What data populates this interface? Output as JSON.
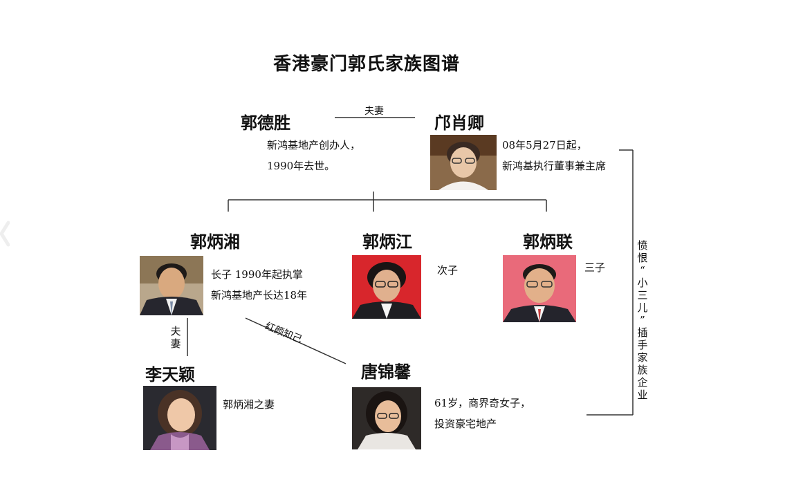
{
  "title": "香港豪门郭氏家族图谱",
  "people": {
    "guo_desheng": {
      "name": "郭德胜",
      "desc": [
        "新鸿基地产创办人，",
        "1990年去世。"
      ]
    },
    "kuang_xiaoqing": {
      "name": "邝肖卿",
      "desc": [
        "08年5月27日起，",
        "新鸿基执行董事兼主席"
      ]
    },
    "guo_bingxiang": {
      "name": "郭炳湘",
      "desc": [
        "长子  1990年起执掌",
        "新鸿基地产长达18年"
      ]
    },
    "guo_bingjiang": {
      "name": "郭炳江",
      "desc": [
        "次子"
      ]
    },
    "guo_binglian": {
      "name": "郭炳联",
      "desc": [
        "三子"
      ]
    },
    "li_tianying": {
      "name": "李天颖",
      "desc": [
        "郭炳湘之妻"
      ]
    },
    "tang_jinxin": {
      "name": "唐锦馨",
      "desc": [
        "61岁，商界奇女子，",
        "投资豪宅地产"
      ]
    }
  },
  "relations": {
    "parents_spouse": "夫妻",
    "son_spouse": [
      "夫",
      "妻"
    ],
    "confidante": "红颜知己",
    "side_note": [
      "愤",
      "恨",
      "“",
      "小",
      "三",
      "儿",
      "”",
      "插",
      "手",
      "家",
      "族",
      "企",
      "业"
    ]
  },
  "icons": {
    "left_edge": "chevron-left-icon"
  },
  "colors": {
    "line": "#333333",
    "photo_red": "#d8262c",
    "photo_pink": "#e96a7a"
  }
}
